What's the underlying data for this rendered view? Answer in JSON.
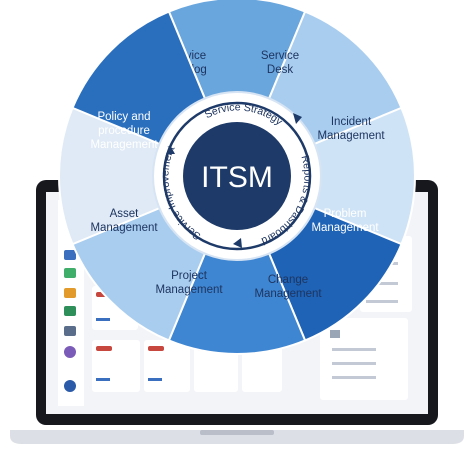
{
  "diagram": {
    "center_label": "ITSM",
    "ring_labels": [
      "Service Strategy",
      "Reports & Dashboard",
      "Service Improvement"
    ],
    "segments": [
      {
        "id": "service-catalog",
        "lines": [
          "Service",
          "Catalog"
        ],
        "fill": "#6aa6de",
        "text_color": "#1e3560"
      },
      {
        "id": "service-desk",
        "lines": [
          "Service",
          "Desk"
        ],
        "fill": "#a9cdef",
        "text_color": "#1e3560"
      },
      {
        "id": "incident-management",
        "lines": [
          "Incident",
          "Management"
        ],
        "fill": "#cfe3f6",
        "text_color": "#1e3560"
      },
      {
        "id": "problem-management",
        "lines": [
          "Problem",
          "Management"
        ],
        "fill": "#1f63b6",
        "text_color": "#ffffff"
      },
      {
        "id": "change-management",
        "lines": [
          "Change",
          "Management"
        ],
        "fill": "#3f86d2",
        "text_color": "#1e3560"
      },
      {
        "id": "project-management",
        "lines": [
          "Project",
          "Management"
        ],
        "fill": "#a9cdef",
        "text_color": "#1e3560"
      },
      {
        "id": "asset-management",
        "lines": [
          "Asset",
          "Management"
        ],
        "fill": "#dfeaf6",
        "text_color": "#1e3560"
      },
      {
        "id": "policy-management",
        "lines": [
          "Policy and",
          "procedure",
          "Management"
        ],
        "fill": "#2a6fbe",
        "text_color": "#ffffff"
      }
    ],
    "colors": {
      "center_fill": "#1d3a68",
      "ring_fill": "#ffffff",
      "ring_stroke": "#1d3a68",
      "laptop_frame": "#16181d",
      "laptop_base": "#dcdfe5"
    }
  }
}
